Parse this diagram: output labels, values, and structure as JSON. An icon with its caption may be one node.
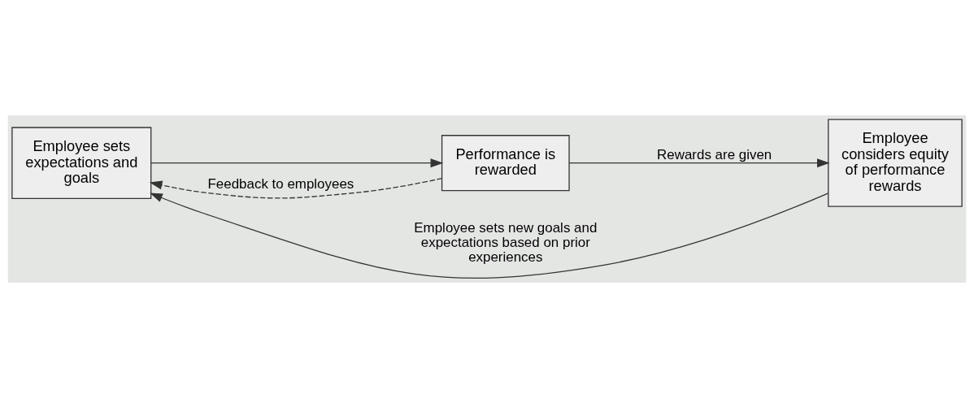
{
  "diagram": {
    "nodes": [
      {
        "text": [
          "Employee sets expectations and goals"
        ]
      },
      {
        "text": [
          "Performance is rewarded"
        ]
      },
      {
        "text": [
          "Employee considers equity of performance rewards"
        ]
      }
    ],
    "edges": [
      {
        "from": 0,
        "to": 1,
        "arrow": "to"
      },
      {
        "from": 1,
        "to": 2,
        "arrow": "to",
        "label": "Rewards are given"
      },
      {
        "from": 1,
        "to": 0,
        "arrow": "to",
        "style": "dashed",
        "label": "Feedback to employees"
      },
      {
        "from": 2,
        "to": 0,
        "arrow": "to",
        "label": "Employee sets new goals and expectations based on prior experiences"
      }
    ]
  }
}
